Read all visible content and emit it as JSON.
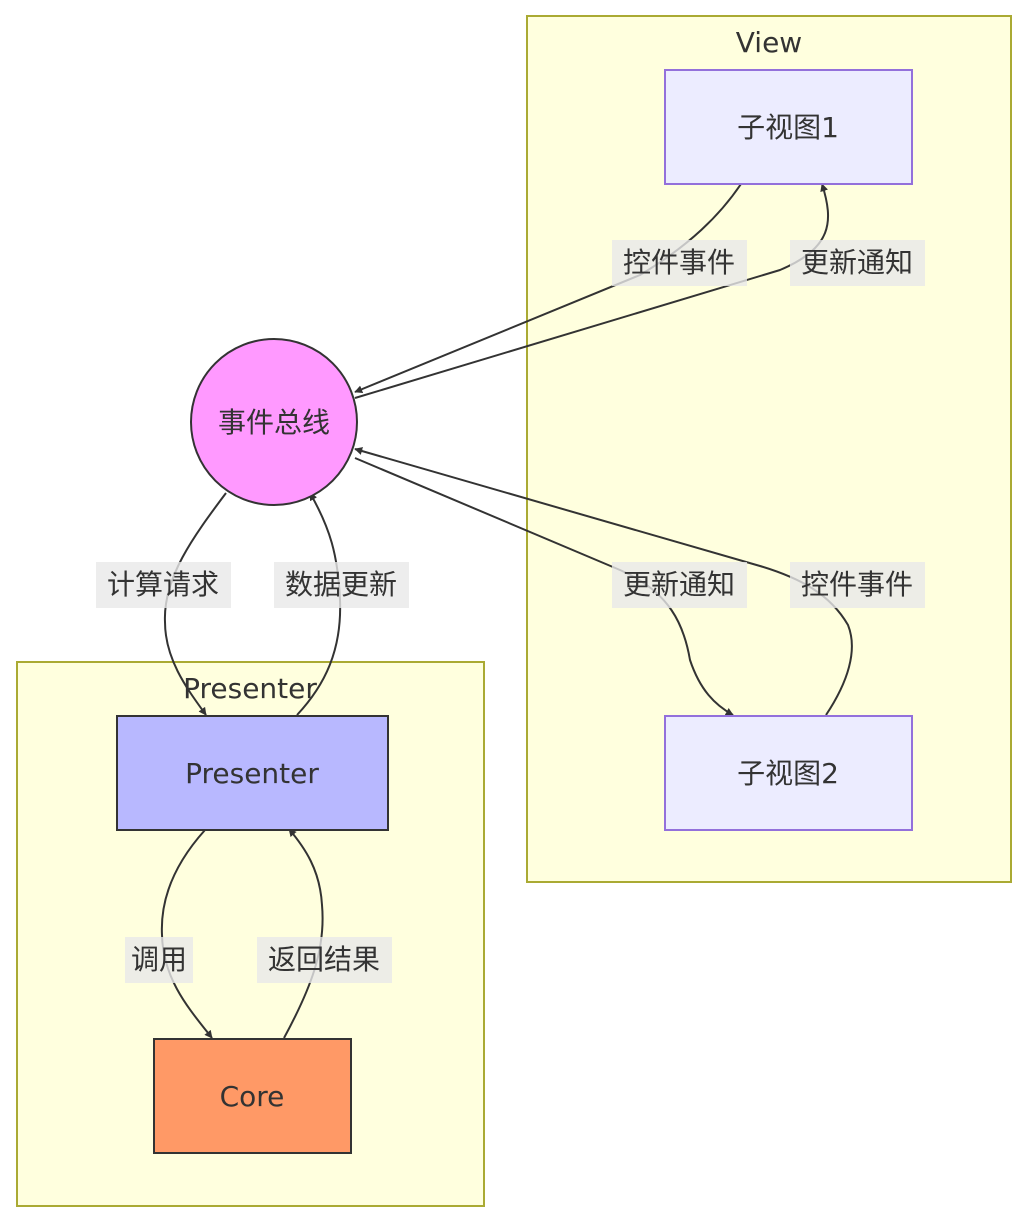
{
  "clusters": {
    "view": {
      "label": "View"
    },
    "presenter": {
      "label": "Presenter"
    }
  },
  "nodes": {
    "subview1": {
      "label": "子视图1",
      "fill": "#ececff",
      "stroke": "#9370db"
    },
    "subview2": {
      "label": "子视图2",
      "fill": "#ececff",
      "stroke": "#9370db"
    },
    "eventbus": {
      "label": "事件总线",
      "fill": "#ff99ff",
      "stroke": "#333333"
    },
    "presenter": {
      "label": "Presenter",
      "fill": "#b8b8ff",
      "stroke": "#333333"
    },
    "core": {
      "label": "Core",
      "fill": "#ff9966",
      "stroke": "#333333"
    }
  },
  "edges": {
    "sub1_control_event": {
      "label": "控件事件"
    },
    "bus_update_notify_1": {
      "label": "更新通知"
    },
    "bus_update_notify_2": {
      "label": "更新通知"
    },
    "sub2_control_event": {
      "label": "控件事件"
    },
    "bus_compute_request": {
      "label": "计算请求"
    },
    "presenter_data_update": {
      "label": "数据更新"
    },
    "presenter_call": {
      "label": "调用"
    },
    "core_return_result": {
      "label": "返回结果"
    }
  },
  "colors": {
    "cluster_fill": "#ffffde",
    "cluster_stroke": "#aaaa33",
    "edge": "#333333",
    "edge_label_bg": "#e8e8e8"
  }
}
